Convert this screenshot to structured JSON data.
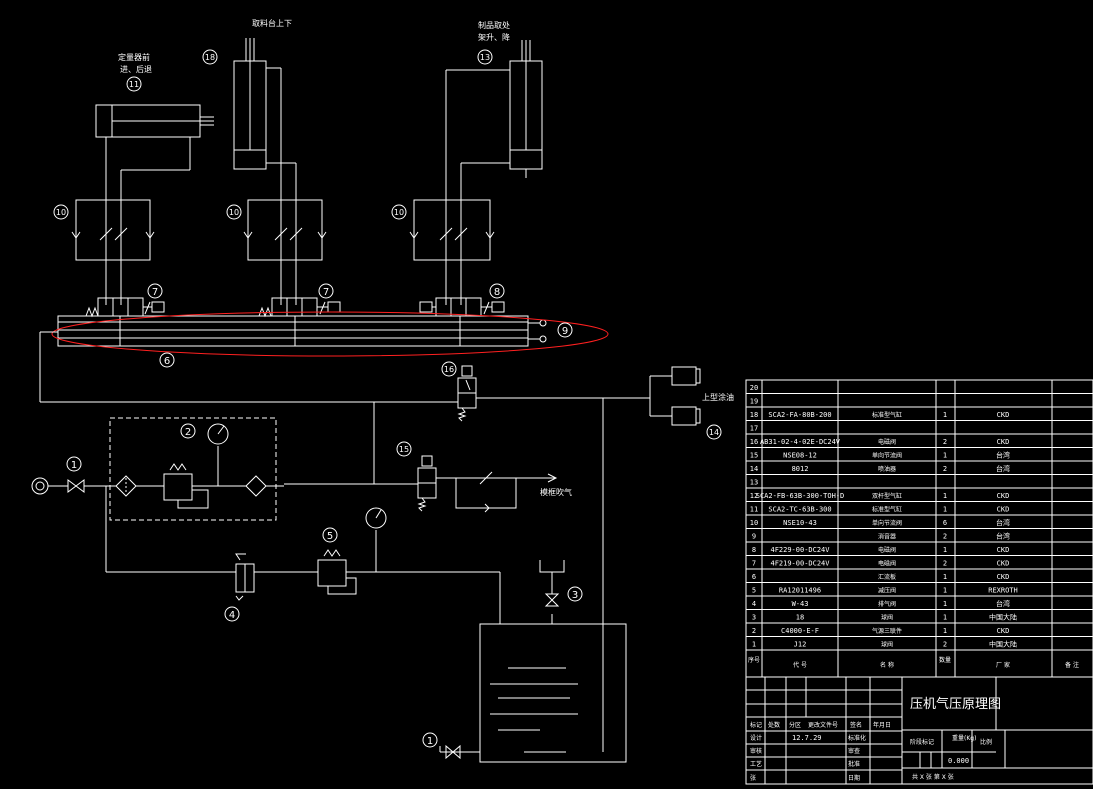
{
  "callouts": {
    "c1a": "1",
    "c1b": "1",
    "c2": "2",
    "c3": "3",
    "c4": "4",
    "c5": "5",
    "c6": "6",
    "c7a": "7",
    "c7b": "7",
    "c8": "8",
    "c9": "9",
    "c10a": "10",
    "c10b": "10",
    "c10c": "10",
    "c11": "11",
    "c13": "13",
    "c14": "14",
    "c15": "15",
    "c16": "16",
    "c18": "18"
  },
  "labels": {
    "quant_cyl_1": "定量器前",
    "quant_cyl_2": "进、后退",
    "pickup_cyl": "取料台上下",
    "product_cyl_1": "制品取处",
    "product_cyl_2": "架升、降",
    "top_oil": "上型涂油",
    "blow": "模框吹气"
  },
  "bom": [
    {
      "no": "20",
      "code": "",
      "name": "",
      "qty": "",
      "maker": ""
    },
    {
      "no": "19",
      "code": "",
      "name": "",
      "qty": "",
      "maker": ""
    },
    {
      "no": "18",
      "code": "SCA2-FA-80B-200",
      "name": "标准型气缸",
      "qty": "1",
      "maker": "CKD"
    },
    {
      "no": "17",
      "code": "",
      "name": "",
      "qty": "",
      "maker": ""
    },
    {
      "no": "16",
      "code": "AB31-02-4-02E-DC24V",
      "name": "电磁阀",
      "qty": "2",
      "maker": "CKD"
    },
    {
      "no": "15",
      "code": "NSE08-12",
      "name": "单向节流阀",
      "qty": "1",
      "maker": "台湾"
    },
    {
      "no": "14",
      "code": "8012",
      "name": "喷油器",
      "qty": "2",
      "maker": "台湾"
    },
    {
      "no": "13",
      "code": "",
      "name": "",
      "qty": "",
      "maker": ""
    },
    {
      "no": "12",
      "code": "SCA2-FB-63B-300-TOH-D",
      "name": "双杆型气缸",
      "qty": "1",
      "maker": "CKD"
    },
    {
      "no": "11",
      "code": "SCA2-TC-63B-300",
      "name": "标准型气缸",
      "qty": "1",
      "maker": "CKD"
    },
    {
      "no": "10",
      "code": "NSE10-43",
      "name": "单向节流阀",
      "qty": "6",
      "maker": "台湾"
    },
    {
      "no": "9",
      "code": "",
      "name": "消音器",
      "qty": "2",
      "maker": "台湾"
    },
    {
      "no": "8",
      "code": "4F229-00-DC24V",
      "name": "电磁阀",
      "qty": "1",
      "maker": "CKD"
    },
    {
      "no": "7",
      "code": "4F219-00-DC24V",
      "name": "电磁阀",
      "qty": "2",
      "maker": "CKD"
    },
    {
      "no": "6",
      "code": "",
      "name": "汇流板",
      "qty": "1",
      "maker": "CKD"
    },
    {
      "no": "5",
      "code": "RA12011496",
      "name": "减压阀",
      "qty": "1",
      "maker": "REXROTH"
    },
    {
      "no": "4",
      "code": "W-43",
      "name": "排气阀",
      "qty": "1",
      "maker": "台湾"
    },
    {
      "no": "3",
      "code": "18",
      "name": "球阀",
      "qty": "1",
      "maker": "中国大陆"
    },
    {
      "no": "2",
      "code": "C4000-E-F",
      "name": "气源三联件",
      "qty": "1",
      "maker": "CKD"
    },
    {
      "no": "1",
      "code": "J12",
      "name": "球阀",
      "qty": "2",
      "maker": "中国大陆"
    }
  ],
  "bom_header": {
    "no": "序号",
    "code": "代 号",
    "name": "名 称",
    "qty": "数量",
    "maker": "厂 家",
    "remark": "备 注"
  },
  "title_block": {
    "drawing_title": "压机气压原理图",
    "mark": "标记",
    "count": "处数",
    "zone": "分区",
    "change_doc": "更改文件号",
    "sign": "签名",
    "date": "年月日",
    "design": "设计",
    "design_date": "12.7.29",
    "standard": "标准化",
    "review": "审核",
    "process": "工艺",
    "check": "审查",
    "approve": "批准",
    "date2": "日期",
    "stage_mark": "阶段标记",
    "weight": "重量(Kg)",
    "scale": "比例",
    "weight_value": "0.000",
    "sheets": "共 X 张 第 X 张",
    "sheet_word": "张"
  },
  "colors": {
    "line": "#ffffff",
    "background": "#000000",
    "highlight": "#ff2020"
  }
}
